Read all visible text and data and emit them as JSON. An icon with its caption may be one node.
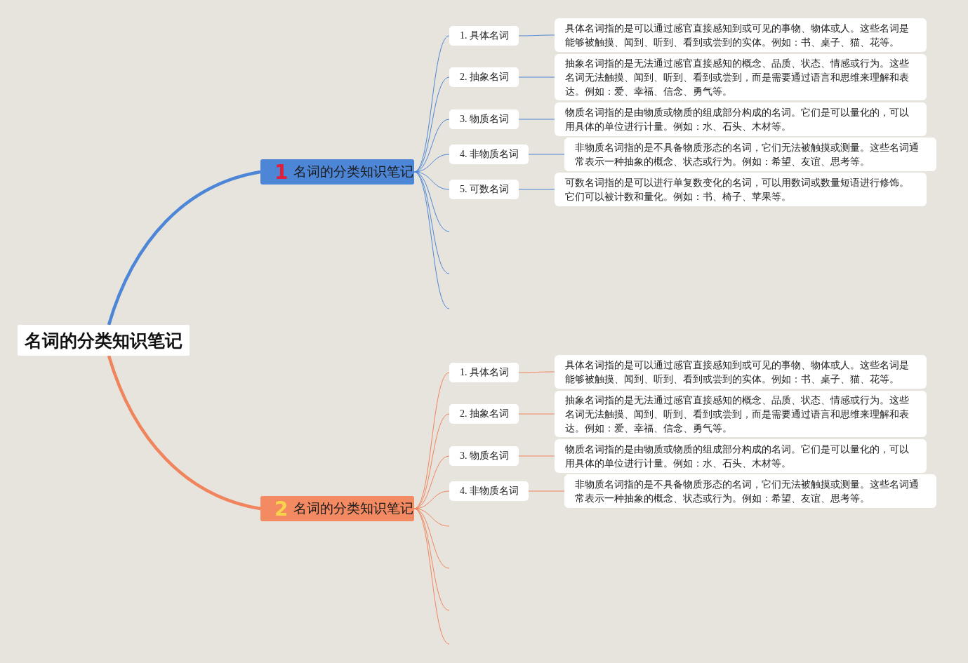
{
  "diagram": {
    "nodes": [
      {
        "text": [
          "名词的分类知识笔记"
        ]
      },
      {
        "text": [
          "1",
          "名词的分类知识笔记"
        ]
      },
      {
        "text": [
          "1. 具体名词"
        ]
      },
      {
        "text": [
          "具体名词指的是可以通过感官直接感知到或可见的事物、物体或人。这些名词是能够被触摸、闻到、听到、看到或尝到的实体。例如：书、桌子、猫、花等。"
        ]
      },
      {
        "text": [
          "2. 抽象名词"
        ]
      },
      {
        "text": [
          "抽象名词指的是无法通过感官直接感知的概念、品质、状态、情感或行为。这些名词无法触摸、闻到、听到、看到或尝到，而是需要通过语言和思维来理解和表达。例如：爱、幸福、信念、勇气等。"
        ]
      },
      {
        "text": [
          "3. 物质名词"
        ]
      },
      {
        "text": [
          "物质名词指的是由物质或物质的组成部分构成的名词。它们是可以量化的，可以用具体的单位进行计量。例如：水、石头、木材等。"
        ]
      },
      {
        "text": [
          "4. 非物质名词"
        ]
      },
      {
        "text": [
          "非物质名词指的是不具备物质形态的名词，它们无法被触摸或测量。这些名词通常表示一种抽象的概念、状态或行为。例如：希望、友谊、思考等。"
        ]
      },
      {
        "text": [
          "5. 可数名词"
        ]
      },
      {
        "text": [
          "可数名词指的是可以进行单复数变化的名词，可以用数词或数量短语进行修饰。它们可以被计数和量化。例如：书、椅子、苹果等。"
        ]
      },
      {
        "text": [
          "2",
          "名词的分类知识笔记"
        ]
      },
      {
        "text": [
          "1. 具体名词"
        ]
      },
      {
        "text": [
          "具体名词指的是可以通过感官直接感知到或可见的事物、物体或人。这些名词是能够被触摸、闻到、听到、看到或尝到的实体。例如：书、桌子、猫、花等。"
        ]
      },
      {
        "text": [
          "2. 抽象名词"
        ]
      },
      {
        "text": [
          "抽象名词指的是无法通过感官直接感知的概念、品质、状态、情感或行为。这些名词无法触摸、闻到、听到、看到或尝到，而是需要通过语言和思维来理解和表达。例如：爱、幸福、信念、勇气等。"
        ]
      },
      {
        "text": [
          "3. 物质名词"
        ]
      },
      {
        "text": [
          "物质名词指的是由物质或物质的组成部分构成的名词。它们是可以量化的，可以用具体的单位进行计量。例如：水、石头、木材等。"
        ]
      },
      {
        "text": [
          "4. 非物质名词"
        ]
      },
      {
        "text": [
          "非物质名词指的是不具备物质形态的名词，它们无法被触摸或测量。这些名词通常表示一种抽象的概念、状态或行为。例如：希望、友谊、思考等。"
        ]
      }
    ],
    "edges": [
      {
        "from": 0,
        "to": 1,
        "arrow": "none",
        "style": "thick"
      },
      {
        "from": 1,
        "to": 2,
        "arrow": "none"
      },
      {
        "from": 2,
        "to": 3,
        "arrow": "none"
      },
      {
        "from": 1,
        "to": 4,
        "arrow": "none"
      },
      {
        "from": 4,
        "to": 5,
        "arrow": "none"
      },
      {
        "from": 1,
        "to": 6,
        "arrow": "none"
      },
      {
        "from": 6,
        "to": 7,
        "arrow": "none"
      },
      {
        "from": 1,
        "to": 8,
        "arrow": "none"
      },
      {
        "from": 8,
        "to": 9,
        "arrow": "none"
      },
      {
        "from": 1,
        "to": 10,
        "arrow": "none"
      },
      {
        "from": 10,
        "to": 11,
        "arrow": "none"
      },
      {
        "from": 1,
        "to": null,
        "arrow": "none"
      },
      {
        "from": 1,
        "to": null,
        "arrow": "none"
      },
      {
        "from": 1,
        "to": null,
        "arrow": "none"
      },
      {
        "from": 0,
        "to": 12,
        "arrow": "none",
        "style": "thick",
        "color": "#f0845c"
      },
      {
        "from": 12,
        "to": 13,
        "arrow": "none",
        "color": "#f0845c"
      },
      {
        "from": 13,
        "to": 14,
        "arrow": "none",
        "color": "#f0845c"
      },
      {
        "from": 12,
        "to": 15,
        "arrow": "none",
        "color": "#f0845c"
      },
      {
        "from": 15,
        "to": 16,
        "arrow": "none",
        "color": "#f0845c"
      },
      {
        "from": 12,
        "to": 17,
        "arrow": "none",
        "color": "#f0845c"
      },
      {
        "from": 17,
        "to": 18,
        "arrow": "none",
        "color": "#f0845c"
      },
      {
        "from": 12,
        "to": 19,
        "arrow": "none",
        "color": "#f0845c"
      },
      {
        "from": 19,
        "to": 20,
        "arrow": "none",
        "color": "#f0845c"
      },
      {
        "from": 12,
        "to": null,
        "arrow": "none",
        "color": "#f0845c"
      },
      {
        "from": 12,
        "to": null,
        "arrow": "none",
        "color": "#f0845c"
      },
      {
        "from": 12,
        "to": null,
        "arrow": "none",
        "color": "#f0845c"
      },
      {
        "from": 12,
        "to": null,
        "arrow": "none",
        "color": "#f0845c"
      }
    ]
  }
}
